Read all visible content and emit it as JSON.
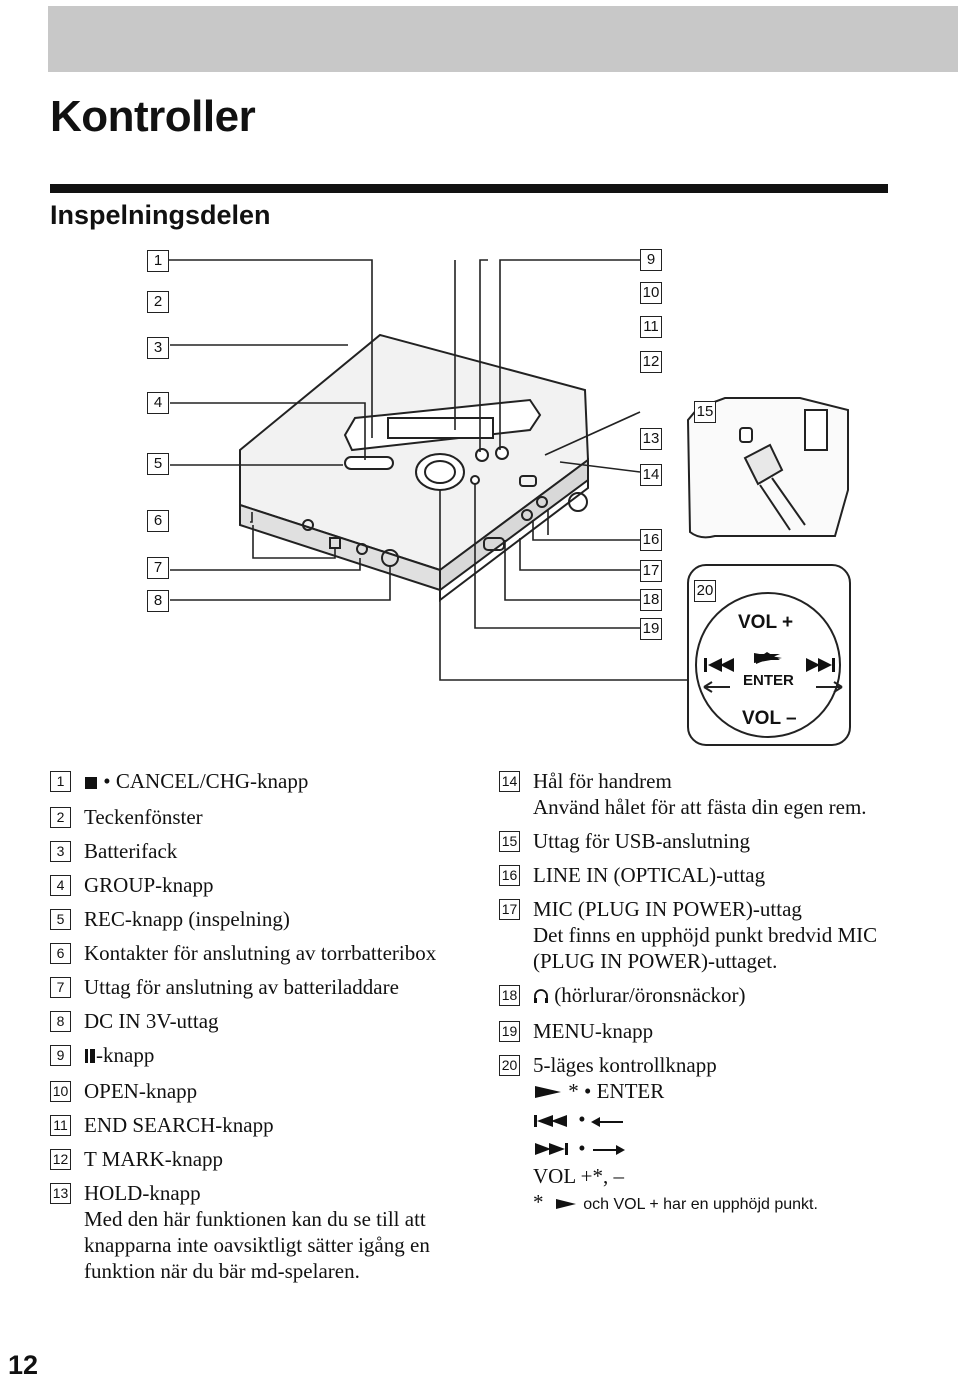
{
  "page": {
    "title": "Kontroller",
    "section_title": "Inspelningsdelen",
    "page_number": "12"
  },
  "figure": {
    "callouts": [
      "1",
      "2",
      "3",
      "4",
      "5",
      "6",
      "7",
      "8",
      "9",
      "10",
      "11",
      "12",
      "13",
      "14",
      "15",
      "16",
      "17",
      "18",
      "19",
      "20"
    ],
    "control_labels": {
      "vol_plus": "VOL +",
      "vol_minus": "VOL –",
      "enter": "ENTER"
    }
  },
  "items": [
    {
      "num": "1",
      "icon": "stop-icon",
      "text": "• CANCEL/CHG-knapp"
    },
    {
      "num": "2",
      "text": "Teckenfönster"
    },
    {
      "num": "3",
      "text": "Batterifack"
    },
    {
      "num": "4",
      "text": "GROUP-knapp"
    },
    {
      "num": "5",
      "text": "REC-knapp (inspelning)"
    },
    {
      "num": "6",
      "text": "Kontakter för anslutning av torrbatteribox"
    },
    {
      "num": "7",
      "text": "Uttag för anslutning av batteriladdare"
    },
    {
      "num": "8",
      "text": "DC IN 3V-uttag"
    },
    {
      "num": "9",
      "icon": "pause-icon",
      "text": "-knapp"
    },
    {
      "num": "10",
      "text": "OPEN-knapp"
    },
    {
      "num": "11",
      "text": "END SEARCH-knapp"
    },
    {
      "num": "12",
      "text": "T MARK-knapp"
    },
    {
      "num": "13",
      "text": "HOLD-knapp",
      "note": "Med den här funktionen kan du se till att knapparna inte oavsiktligt sätter igång en funktion när du bär md-spelaren."
    },
    {
      "num": "14",
      "text": "Hål för handrem",
      "note": "Använd hålet för att fästa din egen rem."
    },
    {
      "num": "15",
      "text": "Uttag för USB-anslutning"
    },
    {
      "num": "16",
      "text": "LINE IN (OPTICAL)-uttag"
    },
    {
      "num": "17",
      "text": "MIC (PLUG IN POWER)-uttag",
      "note": "Det finns en upphöjd punkt bredvid MIC (PLUG IN POWER)-uttaget."
    },
    {
      "num": "18",
      "icon": "headphones-icon",
      "text": "(hörlurar/öronsnäckor)"
    },
    {
      "num": "19",
      "text": "MENU-knapp"
    },
    {
      "num": "20",
      "text": "5-läges kontrollknapp",
      "sub": {
        "enter": "* • ENTER",
        "prev": "•",
        "next": "•",
        "vol": "VOL +*, –",
        "footnote_star": "*",
        "footnote_text": "och VOL + har en upphöjd punkt."
      }
    }
  ]
}
